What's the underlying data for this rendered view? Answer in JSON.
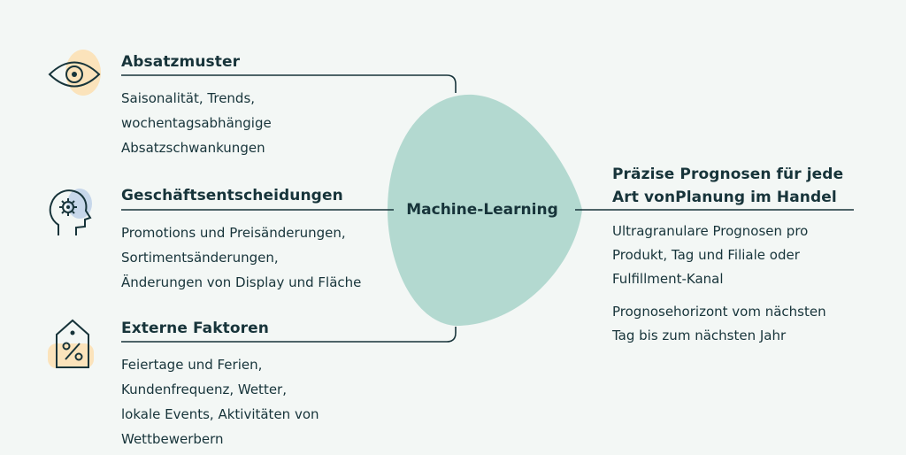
{
  "center": {
    "label": "Machine-Learning"
  },
  "inputs": [
    {
      "icon": "eye-icon",
      "title": "Absatzmuster",
      "lines": [
        "Saisonalität, Trends,",
        "wochentagsabhängige",
        "Absatzschwankungen"
      ]
    },
    {
      "icon": "head-gear-icon",
      "title": "Geschäftsentscheidungen",
      "lines": [
        "Promotions und Preisänderungen,",
        "Sortimentsänderungen,",
        "Änderungen von Display und Fläche"
      ]
    },
    {
      "icon": "percent-tag-icon",
      "title": "Externe Faktoren",
      "lines": [
        "Feiertage und Ferien,",
        "Kundenfrequenz, Wetter,",
        "lokale Events, Aktivitäten von",
        "Wettbewerbern"
      ]
    }
  ],
  "output": {
    "title_lines": [
      "Präzise Prognosen für jede",
      "Art vonPlanung im Handel"
    ],
    "paragraph1": [
      "Ultragranulare Prognosen pro",
      "Produkt, Tag und Filiale oder",
      "Fulfillment-Kanal"
    ],
    "paragraph2": [
      "Prognosehorizont vom nächsten",
      "Tag bis zum nächsten Jahr"
    ]
  },
  "colors": {
    "background": "#f3f7f5",
    "text": "#17343a",
    "blob": "#b3d9d0",
    "accent_orange": "#fbe3bb",
    "accent_blue": "#c7d7ea"
  }
}
